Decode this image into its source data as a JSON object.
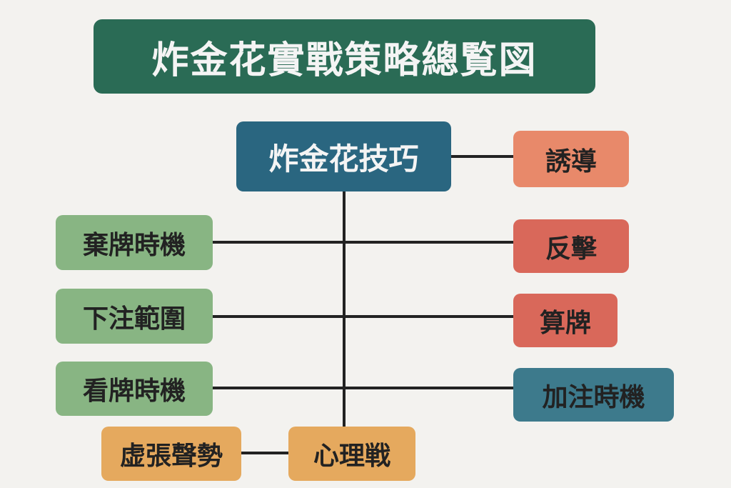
{
  "title": "炸金花實戰策略總覧図",
  "center": "炸金花技巧",
  "right_nodes": [
    "誘導",
    "反擊",
    "算牌",
    "加注時機"
  ],
  "left_nodes": [
    "棄牌時機",
    "下注範圍",
    "看牌時機"
  ],
  "bottom_nodes": {
    "psych": "心理戦",
    "bluff": "虚張聲勢"
  },
  "colors": {
    "title": "#2a6b55",
    "center": "#2a6680",
    "induce": "#e8896a",
    "counter": "#d9685a",
    "raise": "#3d7a8c",
    "left": "#88b583",
    "bottom": "#e5a95e"
  }
}
